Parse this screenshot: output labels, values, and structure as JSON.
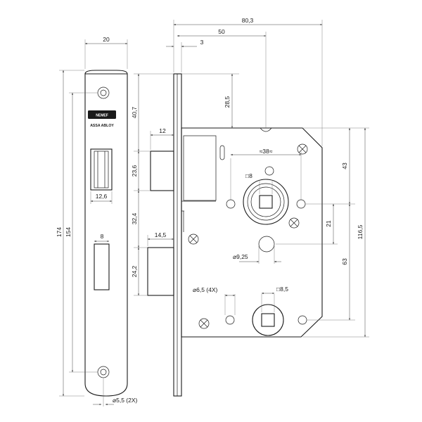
{
  "faceplate": {
    "brand_badge": "NEMEF",
    "brand_line": "ASSA ABLOY"
  },
  "dimensions": {
    "overall_width": "80,3",
    "backset_50": "50",
    "offset_3": "3",
    "faceplate_width": "20",
    "faceplate_length": "174",
    "screw_centres": "154",
    "latch_width": "12",
    "latch_height": "23,6",
    "latch_hole_width": "12,6",
    "top_to_latch": "40,7",
    "top_to_spindle": "28,5",
    "follower_centres": "≈38≈",
    "spindle_square": "□8",
    "bolt_hole_width": "8",
    "latch_to_bolt": "32,4",
    "bolt_width": "14,5",
    "bolt_height": "24,2",
    "spindle_to_bolt_hole": "21",
    "spindle_to_lower": "63",
    "case_height_right": "43",
    "case_height_total": "116,5",
    "bolt_hole_dia": "⌀9,25",
    "mount_holes": "⌀6,5 (4X)",
    "lower_square": "□8,5",
    "face_screws": "⌀5,5 (2X)"
  }
}
